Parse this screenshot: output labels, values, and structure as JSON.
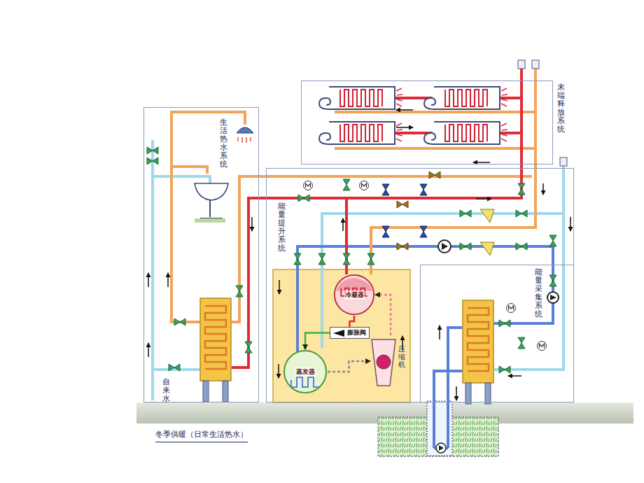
{
  "diagram": {
    "caption": "冬季供暖（日常生活热水）",
    "nodes": [
      {
        "text": [
          "末端释放系统"
        ]
      },
      {
        "text": [
          "生活热水系统"
        ]
      },
      {
        "text": [
          "能量提升系统"
        ]
      },
      {
        "text": [
          "能量采集系统"
        ]
      },
      {
        "text": [
          "冷凝器"
        ],
        "in": 2
      },
      {
        "text": [
          "膨胀阀"
        ],
        "in": 2
      },
      {
        "text": [
          "蒸发器"
        ],
        "in": 2
      },
      {
        "text": [
          "压缩机"
        ],
        "in": 2
      }
    ],
    "edges": [
      {
        "from": 7,
        "to": 4,
        "arrow": "to"
      },
      {
        "from": 4,
        "to": 5,
        "arrow": "none"
      },
      {
        "from": 5,
        "to": 6,
        "arrow": "to"
      },
      {
        "from": 6,
        "to": 7,
        "arrow": "to"
      }
    ],
    "labels": [
      "自来水"
    ]
  }
}
